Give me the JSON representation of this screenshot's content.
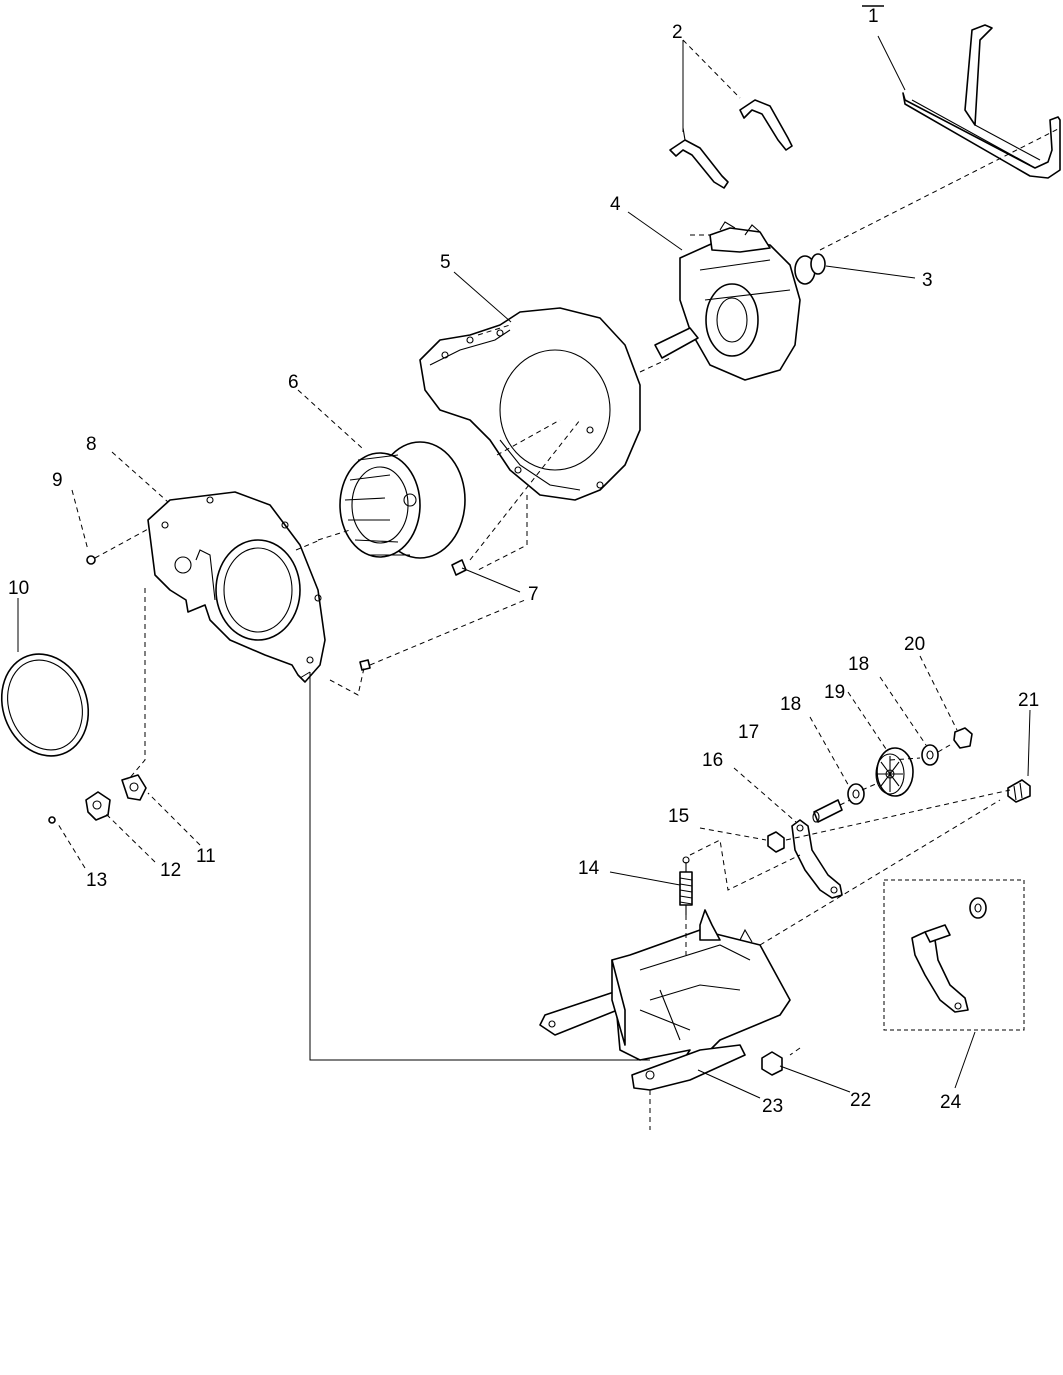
{
  "callouts": [
    {
      "id": "1",
      "label": "1"
    },
    {
      "id": "2",
      "label": "2"
    },
    {
      "id": "3",
      "label": "3"
    },
    {
      "id": "4",
      "label": "4"
    },
    {
      "id": "5",
      "label": "5"
    },
    {
      "id": "6",
      "label": "6"
    },
    {
      "id": "7",
      "label": "7"
    },
    {
      "id": "8",
      "label": "8"
    },
    {
      "id": "9",
      "label": "9"
    },
    {
      "id": "10",
      "label": "10"
    },
    {
      "id": "11",
      "label": "11"
    },
    {
      "id": "12",
      "label": "12"
    },
    {
      "id": "13",
      "label": "13"
    },
    {
      "id": "14",
      "label": "14"
    },
    {
      "id": "15",
      "label": "15"
    },
    {
      "id": "16",
      "label": "16"
    },
    {
      "id": "17",
      "label": "17"
    },
    {
      "id": "18a",
      "label": "18"
    },
    {
      "id": "18b",
      "label": "18"
    },
    {
      "id": "19",
      "label": "19"
    },
    {
      "id": "20",
      "label": "20"
    },
    {
      "id": "21",
      "label": "21"
    },
    {
      "id": "22",
      "label": "22"
    },
    {
      "id": "23",
      "label": "23"
    },
    {
      "id": "24",
      "label": "24"
    }
  ]
}
